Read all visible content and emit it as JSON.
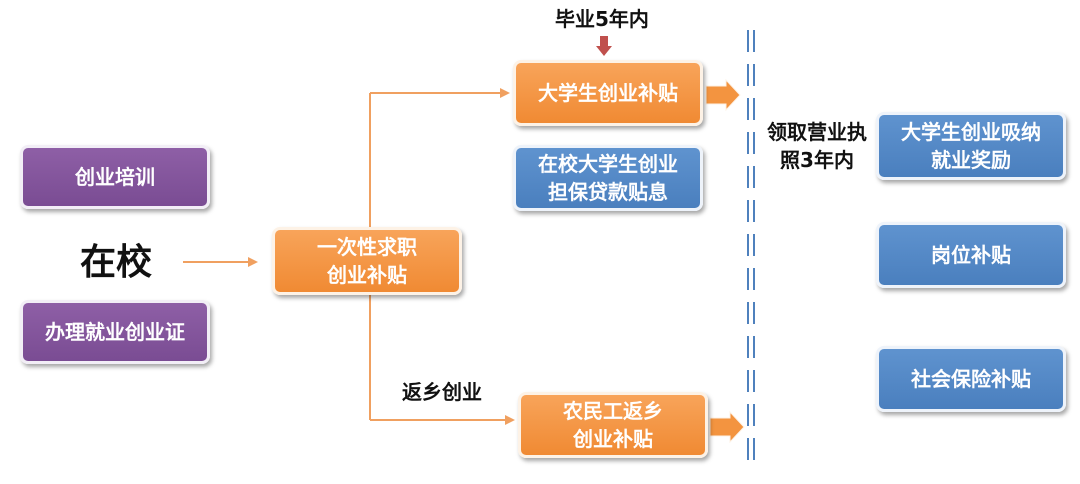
{
  "left": {
    "training": "创业培训",
    "at_school": "在校",
    "certificate": "办理就业创业证"
  },
  "center": {
    "one_time": "一次性求职\n创业补贴",
    "grad_label": "毕业5年内",
    "univ_subsidy": "大学生创业补贴",
    "loan_interest": "在校大学生创业\n担保贷款贴息",
    "return_label": "返乡创业",
    "migrant_subsidy": "农民工返乡\n创业补贴"
  },
  "divider_label": "领取营业执\n照3年内",
  "right": {
    "employ_reward": "大学生创业吸纳\n就业奖励",
    "post_subsidy": "岗位补贴",
    "social_insurance": "社会保险补贴"
  },
  "colors": {
    "purple": "#7e509a",
    "orange": "#f39440",
    "blue": "#4f84c4",
    "connector": "#f0a060",
    "down_arrow": "#c0504d",
    "divider": "#4f81bd"
  }
}
